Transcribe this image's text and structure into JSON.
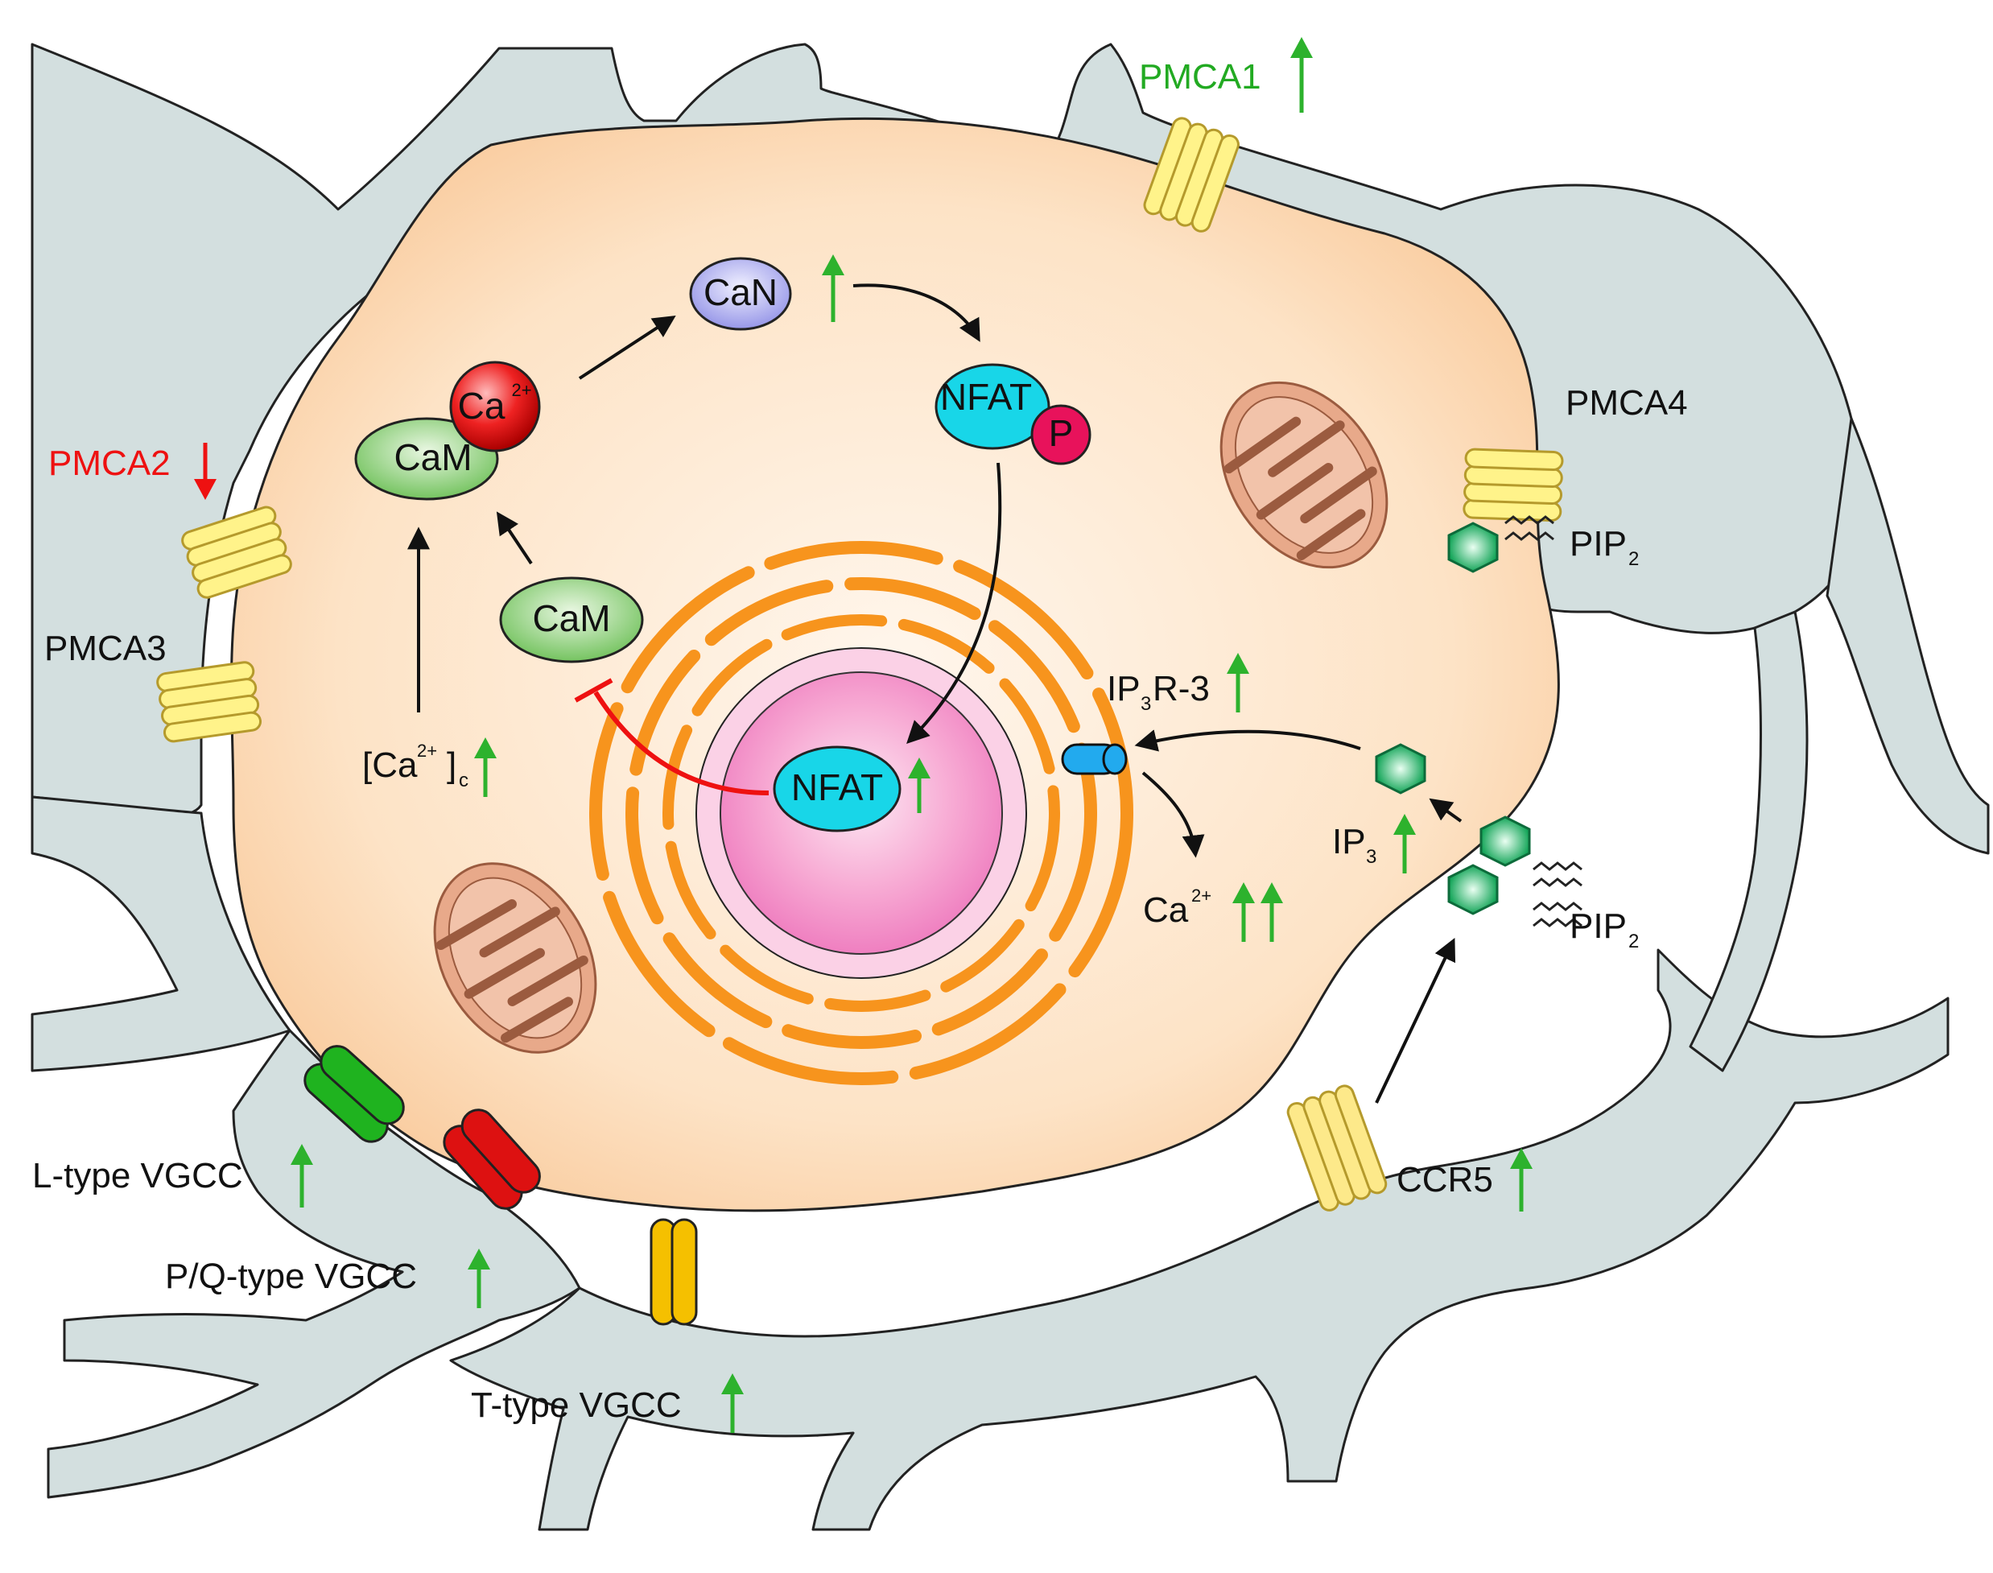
{
  "colors": {
    "up_arrow": "#2db22d",
    "down_arrow": "#ee1111",
    "pmca1_label": "#22aa22",
    "pmca2_label": "#ee1111",
    "cytoplasm": "#fde3c6",
    "astrocyte": "#d3dfdf",
    "er": "#f7941d",
    "nucleus": "#f28ac4",
    "cam": "#8ccf7a",
    "can": "#a9a9ef",
    "nfat": "#18d6e8",
    "ca": "#ee2222",
    "phospho": "#e8125b",
    "l_type": "#1fb31f",
    "pq_type": "#dd1111",
    "t_type": "#f5c000",
    "pmca_pump": "#fff38a",
    "ip3": "#16a65a",
    "ip3r": "#22aaee",
    "inhibition": "#ee1111"
  },
  "labels": {
    "pmca1": "PMCA1",
    "pmca2": "PMCA2",
    "pmca3": "PMCA3",
    "pmca4": "PMCA4",
    "pip2_main": "PIP",
    "pip2_sub": "2",
    "l_type": "L-type VGCC",
    "pq_type": "P/Q-type VGCC",
    "t_type": "T-type VGCC",
    "ccr5": "CCR5",
    "ip3_main": "IP",
    "ip3_sub": "3",
    "ip3r_main": "IP",
    "ip3r_sub": "3",
    "ip3r_rest": "R-3",
    "ca_main": "Ca",
    "ca_sup": "2+",
    "cac_open": "[Ca",
    "cac_sup": "2+",
    "cac_close": "]",
    "cac_sub": "c"
  },
  "nodes": {
    "can": "CaN",
    "nfat_cyto": "NFAT",
    "phospho": "P",
    "cam_bound": "CaM",
    "ca_ion_main": "Ca",
    "ca_ion_sup": "2+",
    "cam_free": "CaM",
    "nfat_nuclear": "NFAT"
  },
  "icons": [
    "up-arrow-icon",
    "down-arrow-icon",
    "mitochondrion-icon",
    "channel-icon",
    "pump-icon",
    "hexagon-icon"
  ]
}
